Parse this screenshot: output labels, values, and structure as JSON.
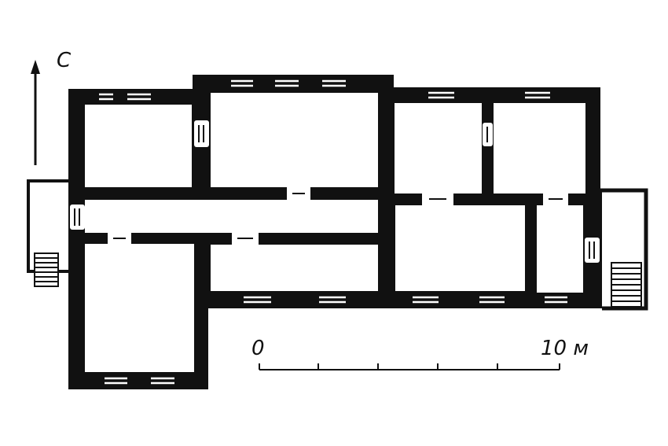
{
  "north_label": "С",
  "scale": {
    "zero": "0",
    "max": "10 м",
    "divisions": 5
  },
  "colors": {
    "wall": "#111111",
    "background": "#ffffff",
    "window_line": "#ffffff"
  }
}
